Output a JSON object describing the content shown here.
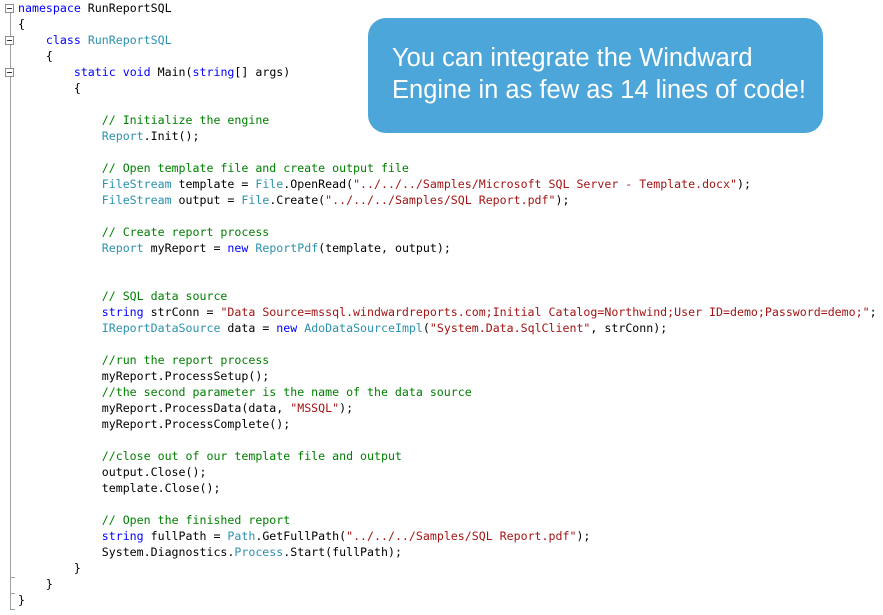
{
  "code_lines": [
    [
      {
        "t": "namespace",
        "c": "kw"
      },
      {
        "t": " RunReportSQL"
      }
    ],
    [
      {
        "t": "{"
      }
    ],
    [
      {
        "t": "    "
      },
      {
        "t": "class",
        "c": "kw"
      },
      {
        "t": " "
      },
      {
        "t": "RunReportSQL",
        "c": "ty"
      }
    ],
    [
      {
        "t": "    {"
      }
    ],
    [
      {
        "t": "        "
      },
      {
        "t": "static",
        "c": "kw"
      },
      {
        "t": " "
      },
      {
        "t": "void",
        "c": "kw"
      },
      {
        "t": " Main("
      },
      {
        "t": "string",
        "c": "kw"
      },
      {
        "t": "[] args)"
      }
    ],
    [
      {
        "t": "        {"
      }
    ],
    [
      {
        "t": ""
      }
    ],
    [
      {
        "t": "            "
      },
      {
        "t": "// Initialize the engine",
        "c": "cm"
      }
    ],
    [
      {
        "t": "            "
      },
      {
        "t": "Report",
        "c": "ty"
      },
      {
        "t": ".Init();"
      }
    ],
    [
      {
        "t": ""
      }
    ],
    [
      {
        "t": "            "
      },
      {
        "t": "// Open template file and create output file",
        "c": "cm"
      }
    ],
    [
      {
        "t": "            "
      },
      {
        "t": "FileStream",
        "c": "ty"
      },
      {
        "t": " template = "
      },
      {
        "t": "File",
        "c": "ty"
      },
      {
        "t": ".OpenRead("
      },
      {
        "t": "\"../../../Samples/Microsoft SQL Server - Template.docx\"",
        "c": "st"
      },
      {
        "t": ");"
      }
    ],
    [
      {
        "t": "            "
      },
      {
        "t": "FileStream",
        "c": "ty"
      },
      {
        "t": " output = "
      },
      {
        "t": "File",
        "c": "ty"
      },
      {
        "t": ".Create("
      },
      {
        "t": "\"../../../Samples/SQL Report.pdf\"",
        "c": "st"
      },
      {
        "t": ");"
      }
    ],
    [
      {
        "t": ""
      }
    ],
    [
      {
        "t": "            "
      },
      {
        "t": "// Create report process",
        "c": "cm"
      }
    ],
    [
      {
        "t": "            "
      },
      {
        "t": "Report",
        "c": "ty"
      },
      {
        "t": " myReport = "
      },
      {
        "t": "new",
        "c": "kw"
      },
      {
        "t": " "
      },
      {
        "t": "ReportPdf",
        "c": "ty"
      },
      {
        "t": "(template, output);"
      }
    ],
    [
      {
        "t": ""
      }
    ],
    [
      {
        "t": ""
      }
    ],
    [
      {
        "t": "            "
      },
      {
        "t": "// SQL data source",
        "c": "cm"
      }
    ],
    [
      {
        "t": "            "
      },
      {
        "t": "string",
        "c": "kw"
      },
      {
        "t": " strConn = "
      },
      {
        "t": "\"Data Source=mssql.windwardreports.com;Initial Catalog=Northwind;User ID=demo;Password=demo;\"",
        "c": "st"
      },
      {
        "t": ";"
      }
    ],
    [
      {
        "t": "            "
      },
      {
        "t": "IReportDataSource",
        "c": "ty"
      },
      {
        "t": " data = "
      },
      {
        "t": "new",
        "c": "kw"
      },
      {
        "t": " "
      },
      {
        "t": "AdoDataSourceImpl",
        "c": "ty"
      },
      {
        "t": "("
      },
      {
        "t": "\"System.Data.SqlClient\"",
        "c": "st"
      },
      {
        "t": ", strConn);"
      }
    ],
    [
      {
        "t": ""
      }
    ],
    [
      {
        "t": "            "
      },
      {
        "t": "//run the report process",
        "c": "cm"
      }
    ],
    [
      {
        "t": "            myReport.ProcessSetup();"
      }
    ],
    [
      {
        "t": "            "
      },
      {
        "t": "//the second parameter is the name of the data source",
        "c": "cm"
      }
    ],
    [
      {
        "t": "            myReport.ProcessData(data, "
      },
      {
        "t": "\"MSSQL\"",
        "c": "st"
      },
      {
        "t": ");"
      }
    ],
    [
      {
        "t": "            myReport.ProcessComplete();"
      }
    ],
    [
      {
        "t": ""
      }
    ],
    [
      {
        "t": "            "
      },
      {
        "t": "//close out of our template file and output",
        "c": "cm"
      }
    ],
    [
      {
        "t": "            output.Close();"
      }
    ],
    [
      {
        "t": "            template.Close();"
      }
    ],
    [
      {
        "t": ""
      }
    ],
    [
      {
        "t": "            "
      },
      {
        "t": "// Open the finished report",
        "c": "cm"
      }
    ],
    [
      {
        "t": "            "
      },
      {
        "t": "string",
        "c": "kw"
      },
      {
        "t": " fullPath = "
      },
      {
        "t": "Path",
        "c": "ty"
      },
      {
        "t": ".GetFullPath("
      },
      {
        "t": "\"../../../Samples/SQL Report.pdf\"",
        "c": "st"
      },
      {
        "t": ");"
      }
    ],
    [
      {
        "t": "            System.Diagnostics."
      },
      {
        "t": "Process",
        "c": "ty"
      },
      {
        "t": ".Start(fullPath);"
      }
    ],
    [
      {
        "t": "        }"
      }
    ],
    [
      {
        "t": "    }"
      }
    ],
    [
      {
        "t": "}"
      }
    ]
  ],
  "callout": {
    "line1": "You can integrate the Windward",
    "line2": "Engine in as few as 14 lines of code!"
  }
}
